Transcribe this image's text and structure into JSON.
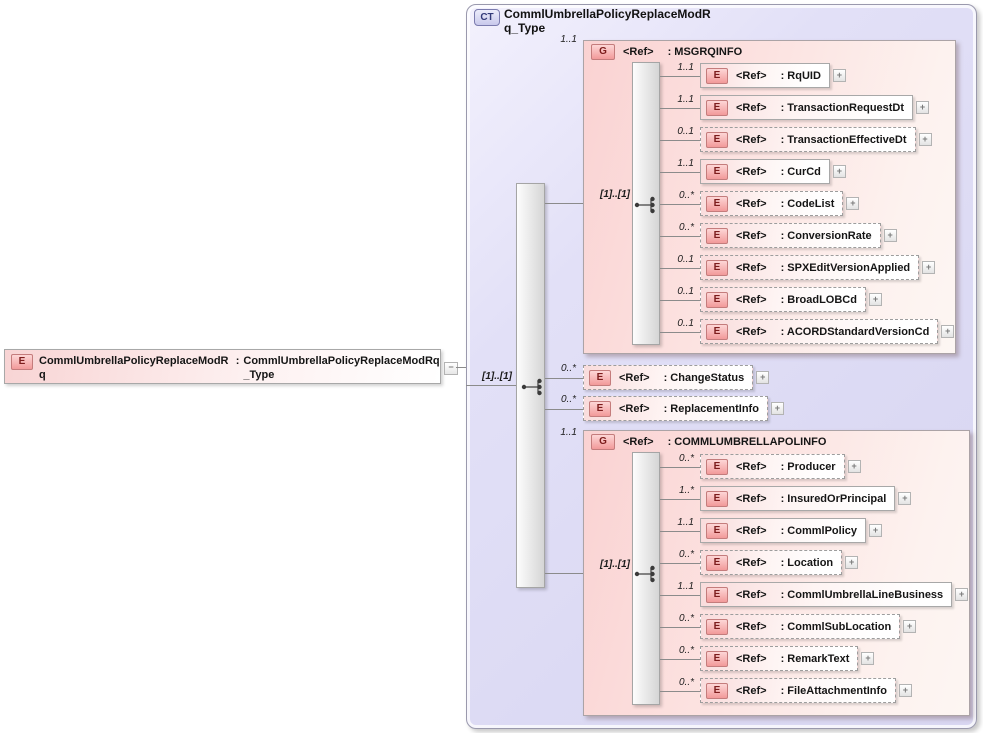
{
  "root_element": {
    "badge": "E",
    "name": "CommlUmbrellaPolicyReplaceModRq",
    "separator": ":",
    "type_name": "CommlUmbrellaPolicyReplaceModRq_Type",
    "collapse_glyph": "−"
  },
  "complex_type": {
    "badge": "CT",
    "title": "CommlUmbrellaPolicyReplaceModRq_Type",
    "root_cardinality": "[1]..[1]",
    "children": [
      {
        "badge": "G",
        "ref": "<Ref>",
        "label": ": MSGRQINFO",
        "cardinality": "1..1",
        "model_cardinality": "[1]..[1]",
        "children": [
          {
            "badge": "E",
            "ref": "<Ref>",
            "label": ": RqUID",
            "cardinality": "1..1",
            "expand": "+"
          },
          {
            "badge": "E",
            "ref": "<Ref>",
            "label": ": TransactionRequestDt",
            "cardinality": "1..1",
            "expand": "+"
          },
          {
            "badge": "E",
            "ref": "<Ref>",
            "label": ": TransactionEffectiveDt",
            "cardinality": "0..1",
            "expand": "+"
          },
          {
            "badge": "E",
            "ref": "<Ref>",
            "label": ": CurCd",
            "cardinality": "1..1",
            "expand": "+"
          },
          {
            "badge": "E",
            "ref": "<Ref>",
            "label": ": CodeList",
            "cardinality": "0..*",
            "expand": "+"
          },
          {
            "badge": "E",
            "ref": "<Ref>",
            "label": ": ConversionRate",
            "cardinality": "0..*",
            "expand": "+"
          },
          {
            "badge": "E",
            "ref": "<Ref>",
            "label": ": SPXEditVersionApplied",
            "cardinality": "0..1",
            "expand": "+"
          },
          {
            "badge": "E",
            "ref": "<Ref>",
            "label": ": BroadLOBCd",
            "cardinality": "0..1",
            "expand": "+"
          },
          {
            "badge": "E",
            "ref": "<Ref>",
            "label": ": ACORDStandardVersionCd",
            "cardinality": "0..1",
            "expand": "+"
          }
        ]
      },
      {
        "badge": "E",
        "ref": "<Ref>",
        "label": ": ChangeStatus",
        "cardinality": "0..*",
        "expand": "+"
      },
      {
        "badge": "E",
        "ref": "<Ref>",
        "label": ": ReplacementInfo",
        "cardinality": "0..*",
        "expand": "+"
      },
      {
        "badge": "G",
        "ref": "<Ref>",
        "label": ": COMMLUMBRELLAPOLINFO",
        "cardinality": "1..1",
        "model_cardinality": "[1]..[1]",
        "children": [
          {
            "badge": "E",
            "ref": "<Ref>",
            "label": ": Producer",
            "cardinality": "0..*",
            "expand": "+"
          },
          {
            "badge": "E",
            "ref": "<Ref>",
            "label": ": InsuredOrPrincipal",
            "cardinality": "1..*",
            "expand": "+"
          },
          {
            "badge": "E",
            "ref": "<Ref>",
            "label": ": CommlPolicy",
            "cardinality": "1..1",
            "expand": "+"
          },
          {
            "badge": "E",
            "ref": "<Ref>",
            "label": ": Location",
            "cardinality": "0..*",
            "expand": "+"
          },
          {
            "badge": "E",
            "ref": "<Ref>",
            "label": ": CommlUmbrellaLineBusiness",
            "cardinality": "1..1",
            "expand": "+"
          },
          {
            "badge": "E",
            "ref": "<Ref>",
            "label": ": CommlSubLocation",
            "cardinality": "0..*",
            "expand": "+"
          },
          {
            "badge": "E",
            "ref": "<Ref>",
            "label": ": RemarkText",
            "cardinality": "0..*",
            "expand": "+"
          },
          {
            "badge": "E",
            "ref": "<Ref>",
            "label": ": FileAttachmentInfo",
            "cardinality": "0..*",
            "expand": "+"
          }
        ]
      }
    ]
  },
  "colors": {
    "pink_fill": "#f9dcdc",
    "lavender_fill": "#dbd9f3",
    "badge_red": "#7c1c1c",
    "border_gray": "#a8a8a8"
  }
}
